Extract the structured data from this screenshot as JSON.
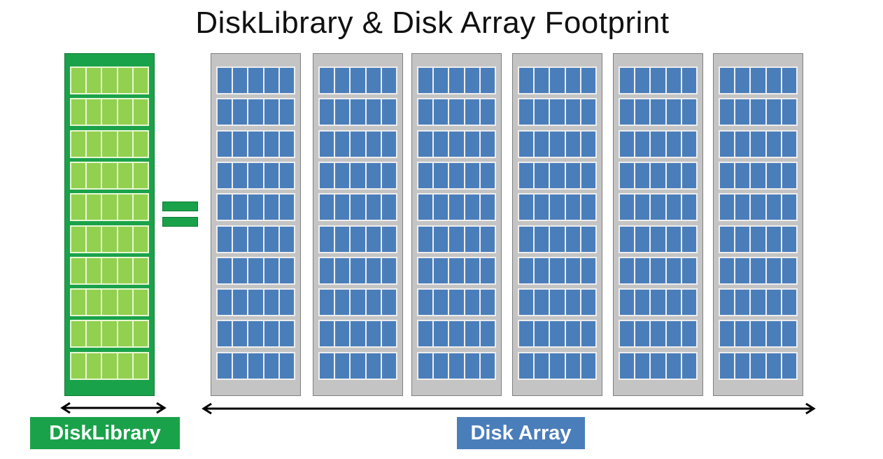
{
  "title": "DiskLibrary & Disk Array Footprint",
  "disklibrary": {
    "label": "DiskLibrary",
    "rack_count": 1,
    "shelves_per_rack": 10,
    "disks_per_shelf": 5,
    "color": "#1aa24a",
    "disk_color": "#92d050"
  },
  "disk_array": {
    "label": "Disk Array",
    "rack_count": 6,
    "shelves_per_rack": 10,
    "disks_per_shelf": 5,
    "color": "#4a7ebb",
    "rack_color": "#c4c4c4"
  },
  "relation_symbol": "equals"
}
